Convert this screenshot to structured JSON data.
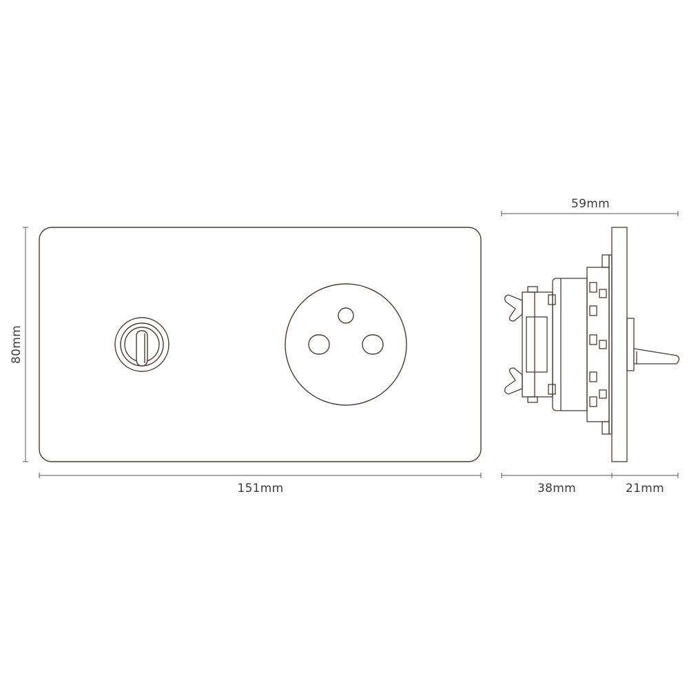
{
  "colors": {
    "line": "#4a3b30",
    "dimension": "#555555",
    "text": "#3a3a3a",
    "background": "#ffffff"
  },
  "dimensions": {
    "plate_width": "151mm",
    "plate_height": "80mm",
    "total_depth": "59mm",
    "back_depth": "38mm",
    "front_depth": "21mm"
  }
}
